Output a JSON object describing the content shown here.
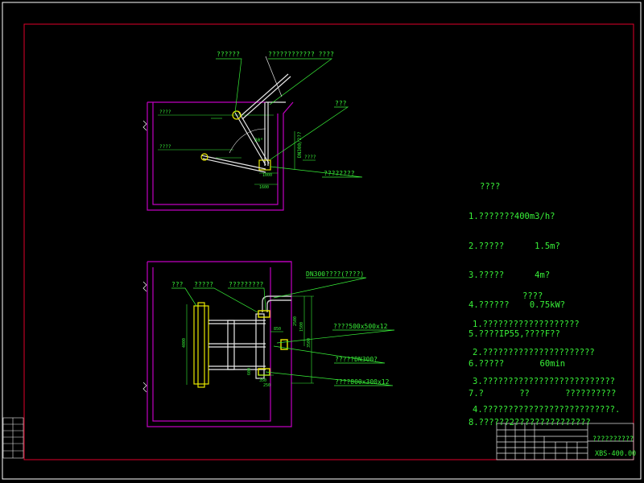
{
  "colors": {
    "background": "#000000",
    "outer_frame": "#ffffff",
    "inner_frame": "#e0002a",
    "outline": "#c000c0",
    "text": "#38f038",
    "equipment": "#e8e8e8",
    "accent": "#e8e800",
    "pipe": "#c8c8c8"
  },
  "elevation_view": {
    "label_top_left": "??????",
    "label_top_right": "???????????? ????",
    "label_right": "???",
    "label_bottom_right": "????????",
    "water_level_upper": "????",
    "water_level_lower": "????",
    "angle": "30°",
    "dim_vertical": "DN300/2??",
    "right_level": "????",
    "dim_1": "1000",
    "dim_2": "1600"
  },
  "plan_view": {
    "label_1": "???",
    "label_2": "?????",
    "label_3": "?????????",
    "label_pipe_top": "DN300????(????)",
    "label_plate_1": "????500x500x12",
    "label_pipe_mid": "?????DN300?",
    "label_plate_2": "????800x300x12",
    "dim_left": "4000",
    "dim_a": "1500",
    "dim_b": "3500",
    "dim_c": "2500",
    "dim_d": "850",
    "dim_e": "350",
    "dim_f": "600",
    "dim_g": "250"
  },
  "tech_params": {
    "title": "????",
    "items": [
      "1.???????400m3/h?",
      "2.?????      1.5m?",
      "3.?????      4m?",
      "4.??????    0.75kW?",
      "5.????IP55,????F??",
      "6.?????       60min",
      "7.?       ??       ??????????",
      "8.??????2???????????????"
    ]
  },
  "notes": {
    "title": "????",
    "items": [
      "1.???????????????????",
      "2.??????????????????????",
      "3.??????????????????????????",
      "4.??????????????????????????."
    ]
  },
  "title_block": {
    "drawing_name": "??????????",
    "drawing_number": "XBS-400.00"
  }
}
